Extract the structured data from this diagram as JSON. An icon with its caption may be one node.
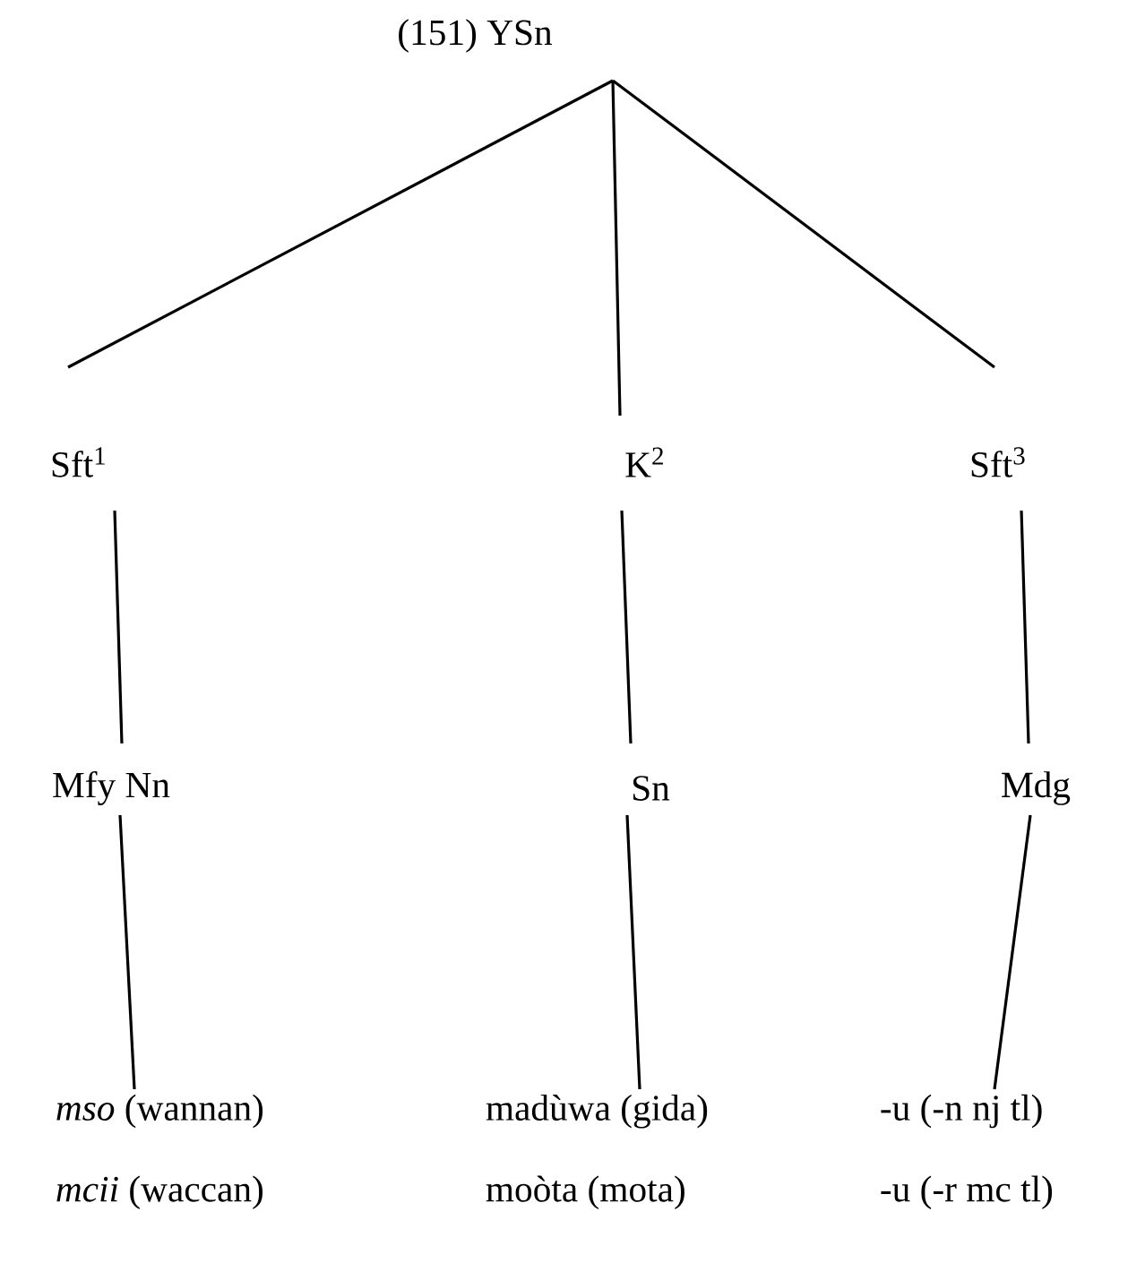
{
  "diagram": {
    "nodes": [
      {
        "text": [
          "(151) YSn"
        ]
      },
      {
        "text": [
          "Sft$^{1}$"
        ]
      },
      {
        "text": [
          "K$^{2}$"
        ]
      },
      {
        "text": [
          "Sft$^{3}$"
        ]
      },
      {
        "text": [
          "Mfy Nn"
        ]
      },
      {
        "text": [
          "Sn"
        ]
      },
      {
        "text": [
          "Mdg"
        ]
      },
      {
        "text": [
          "*mso* (wannan)",
          "*mcii* (waccan)"
        ]
      },
      {
        "text": [
          "madùwa (gida)",
          "moòta (mota)"
        ]
      },
      {
        "text": [
          "-u (-n nj tl)",
          "-u (-r mc tl)"
        ]
      }
    ],
    "edges": [
      {
        "from": 0,
        "to": 1,
        "arrow": "none"
      },
      {
        "from": 0,
        "to": 2,
        "arrow": "none"
      },
      {
        "from": 0,
        "to": 3,
        "arrow": "none"
      },
      {
        "from": 1,
        "to": 4,
        "arrow": "none"
      },
      {
        "from": 2,
        "to": 5,
        "arrow": "none"
      },
      {
        "from": 3,
        "to": 6,
        "arrow": "none"
      },
      {
        "from": 4,
        "to": 7,
        "arrow": "none"
      },
      {
        "from": 5,
        "to": 8,
        "arrow": "none"
      },
      {
        "from": 6,
        "to": 9,
        "arrow": "none"
      }
    ]
  }
}
